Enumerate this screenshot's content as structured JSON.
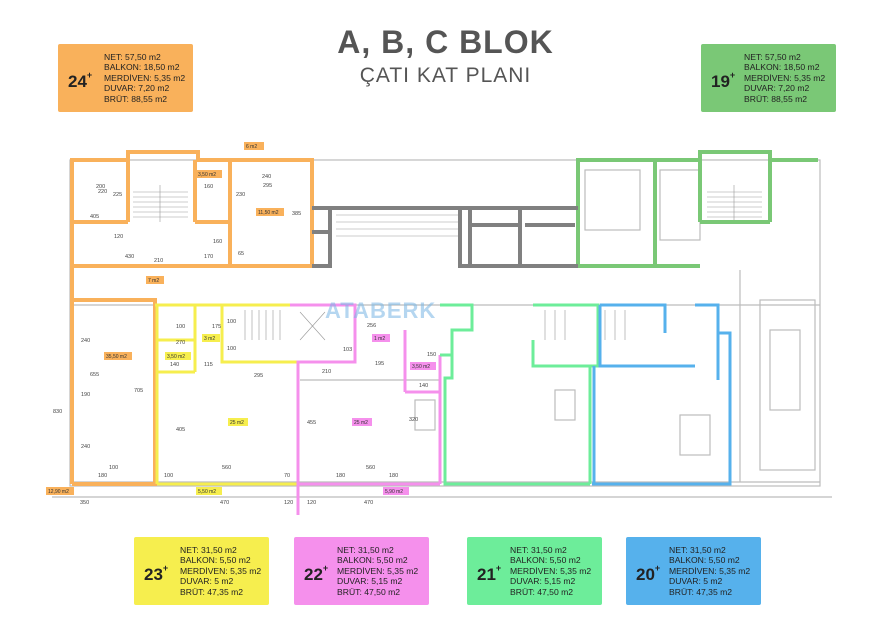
{
  "title": "A, B, C BLOK",
  "subtitle": "ÇATI KAT PLANI",
  "watermark": "ATABERK",
  "colors": {
    "orange": "#f9b15b",
    "green": "#7ac876",
    "yellow": "#f6ee4e",
    "pink": "#f590ec",
    "mint": "#6ded9a",
    "blue": "#56b1ec",
    "gray": "#808080"
  },
  "units": [
    {
      "id": "24",
      "number": "24",
      "suffix": "+",
      "net": "NET: 57,50 m2",
      "balkon": "BALKON: 18,50 m2",
      "merdiven": "MERDİVEN: 5,35 m2",
      "duvar": "DUVAR: 7,20 m2",
      "brut": "BRÜT: 88,55 m2"
    },
    {
      "id": "19",
      "number": "19",
      "suffix": "+",
      "net": "NET: 57,50 m2",
      "balkon": "BALKON: 18,50 m2",
      "merdiven": "MERDİVEN: 5,35 m2",
      "duvar": "DUVAR: 7,20 m2",
      "brut": "BRÜT: 88,55 m2"
    },
    {
      "id": "23",
      "number": "23",
      "suffix": "+",
      "net": "NET: 31,50 m2",
      "balkon": "BALKON: 5,50 m2",
      "merdiven": "MERDİVEN: 5,35 m2",
      "duvar": "DUVAR: 5 m2",
      "brut": "BRÜT: 47,35 m2"
    },
    {
      "id": "22",
      "number": "22",
      "suffix": "+",
      "net": "NET: 31,50 m2",
      "balkon": "BALKON: 5,50 m2",
      "merdiven": "MERDİVEN: 5,35 m2",
      "duvar": "DUVAR: 5,15 m2",
      "brut": "BRÜT: 47,50 m2"
    },
    {
      "id": "21",
      "number": "21",
      "suffix": "+",
      "net": "NET: 31,50 m2",
      "balkon": "BALKON: 5,50 m2",
      "merdiven": "MERDİVEN: 5,35 m2",
      "duvar": "DUVAR: 5,15 m2",
      "brut": "BRÜT: 47,50 m2"
    },
    {
      "id": "20",
      "number": "20",
      "suffix": "+",
      "net": "NET: 31,50 m2",
      "balkon": "BALKON: 5,50 m2",
      "merdiven": "MERDİVEN: 5,35 m2",
      "duvar": "DUVAR: 5 m2",
      "brut": "BRÜT: 47,35 m2"
    }
  ],
  "area_tags": {
    "t6": "6 m2",
    "t350a": "3,50 m2",
    "t1150": "11,50 m2",
    "t7": "7 m2",
    "t3550": "35,50 m2",
    "t3": "3 m2",
    "t350b": "3,50 m2",
    "t25a": "25 m2",
    "t1": "1 m2",
    "t25b": "25 m2",
    "t350c": "3,50 m2",
    "t1290": "12,90 m2",
    "t550": "5,50 m2",
    "t590": "5,90 m2"
  },
  "dims": {
    "d200": "200",
    "d220": "220",
    "d225": "225",
    "d160a": "160",
    "d240a": "240",
    "d295a": "295",
    "d230": "230",
    "d385": "385",
    "d405a": "405",
    "d120": "120",
    "d430": "430",
    "d160b": "160",
    "d170": "170",
    "d65": "65",
    "d210a": "210",
    "d100a": "100",
    "d175": "175",
    "d270": "270",
    "d100b": "100",
    "d100c": "100",
    "d140": "140",
    "d115": "115",
    "d295b": "295",
    "d256": "256",
    "d210b": "210",
    "d103": "103",
    "d195": "195",
    "d150": "150",
    "d140b": "140",
    "d240b": "240",
    "d655": "655",
    "d190": "190",
    "d705": "705",
    "d830": "830",
    "d405b": "405",
    "d240c": "240",
    "d455": "455",
    "d320": "320",
    "d180a": "180",
    "d100d": "100",
    "d100e": "100",
    "d560a": "560",
    "d70": "70",
    "d180b": "180",
    "d560b": "560",
    "d180c": "180",
    "d350": "350",
    "d470a": "470",
    "d120b": "120",
    "d120c": "120",
    "d470b": "470"
  }
}
